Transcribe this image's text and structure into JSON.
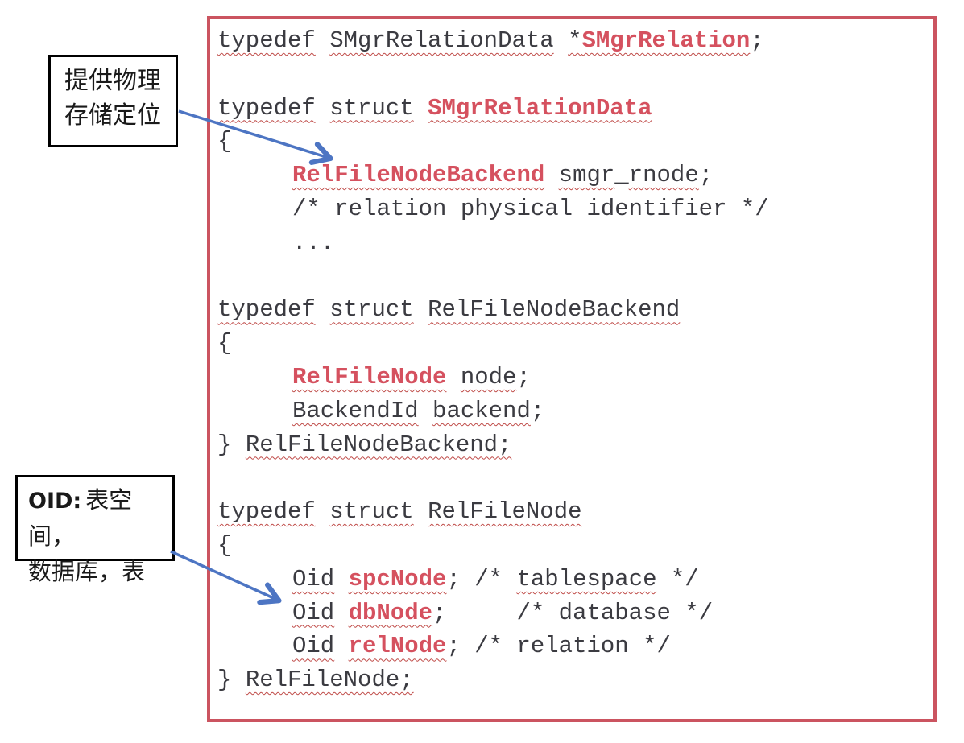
{
  "palette": {
    "code_border": "#cb5460",
    "squiggle": "#bf4a47",
    "bold_red": "#d5515f",
    "code_text": "#3b3b41",
    "arrow_blue": "#4d75c3",
    "note_border": "#000000",
    "note_text": "#1a1a1a",
    "page_bg": "#ffffff"
  },
  "notes": {
    "top": {
      "line1": "提供物理",
      "line2": "存储定位"
    },
    "bottom": {
      "prefix": "OID:",
      "line1_rest": "表空间，",
      "line2": "数据库，表"
    }
  },
  "code": {
    "lines": [
      {
        "indent": 0,
        "tokens": [
          {
            "t": "typedef",
            "w": true
          },
          {
            "t": " "
          },
          {
            "t": "SMgrRelationData",
            "w": true
          },
          {
            "t": " "
          },
          {
            "t": "*",
            "w": true
          },
          {
            "t": "SMgrRelation",
            "b": true,
            "w": true
          },
          {
            "t": ";"
          }
        ]
      },
      {
        "indent": 0,
        "tokens": []
      },
      {
        "indent": 0,
        "tokens": [
          {
            "t": "typedef",
            "w": true
          },
          {
            "t": " "
          },
          {
            "t": "struct",
            "w": true
          },
          {
            "t": " "
          },
          {
            "t": "SMgrRelationData",
            "b": true,
            "w": true
          }
        ]
      },
      {
        "indent": 0,
        "tokens": [
          {
            "t": "{"
          }
        ]
      },
      {
        "indent": 1,
        "tokens": [
          {
            "t": "RelFileNodeBackend",
            "b": true,
            "w": true
          },
          {
            "t": " "
          },
          {
            "t": "smgr",
            "w": true
          },
          {
            "t": "_"
          },
          {
            "t": "rnode",
            "w": true
          },
          {
            "t": ";"
          }
        ]
      },
      {
        "indent": 1,
        "tokens": [
          {
            "t": "/* relation physical identifier */"
          }
        ]
      },
      {
        "indent": 1,
        "tokens": [
          {
            "t": "..."
          }
        ]
      },
      {
        "indent": 0,
        "tokens": []
      },
      {
        "indent": 0,
        "tokens": [
          {
            "t": "typedef",
            "w": true
          },
          {
            "t": " "
          },
          {
            "t": "struct",
            "w": true
          },
          {
            "t": " "
          },
          {
            "t": "RelFileNodeBackend",
            "w": true
          }
        ]
      },
      {
        "indent": 0,
        "tokens": [
          {
            "t": "{"
          }
        ]
      },
      {
        "indent": 1,
        "tokens": [
          {
            "t": "RelFileNode",
            "b": true,
            "w": true
          },
          {
            "t": " "
          },
          {
            "t": "node",
            "w": true
          },
          {
            "t": ";"
          }
        ]
      },
      {
        "indent": 1,
        "tokens": [
          {
            "t": "BackendId",
            "w": true
          },
          {
            "t": " "
          },
          {
            "t": "backend",
            "w": true
          },
          {
            "t": ";"
          }
        ]
      },
      {
        "indent": 0,
        "tokens": [
          {
            "t": "} "
          },
          {
            "t": "RelFileNodeBackend;",
            "w": true
          }
        ]
      },
      {
        "indent": 0,
        "tokens": []
      },
      {
        "indent": 0,
        "tokens": [
          {
            "t": "typedef",
            "w": true
          },
          {
            "t": " "
          },
          {
            "t": "struct",
            "w": true
          },
          {
            "t": " "
          },
          {
            "t": "RelFileNode",
            "w": true
          }
        ]
      },
      {
        "indent": 0,
        "tokens": [
          {
            "t": "{"
          }
        ]
      },
      {
        "indent": 1,
        "tokens": [
          {
            "t": "Oid",
            "w": true
          },
          {
            "t": " "
          },
          {
            "t": "spcNode",
            "b": true,
            "w": true
          },
          {
            "t": "; /* "
          },
          {
            "t": "tablespace",
            "w": true
          },
          {
            "t": " */"
          }
        ]
      },
      {
        "indent": 1,
        "tokens": [
          {
            "t": "Oid",
            "w": true
          },
          {
            "t": " "
          },
          {
            "t": "dbNode",
            "b": true,
            "w": true
          },
          {
            "t": ";     /* database */"
          }
        ]
      },
      {
        "indent": 1,
        "tokens": [
          {
            "t": "Oid",
            "w": true
          },
          {
            "t": " "
          },
          {
            "t": "relNode",
            "b": true,
            "w": true
          },
          {
            "t": "; /* relation */"
          }
        ]
      },
      {
        "indent": 0,
        "tokens": [
          {
            "t": "} "
          },
          {
            "t": "RelFileNode;",
            "w": true
          }
        ]
      }
    ]
  }
}
